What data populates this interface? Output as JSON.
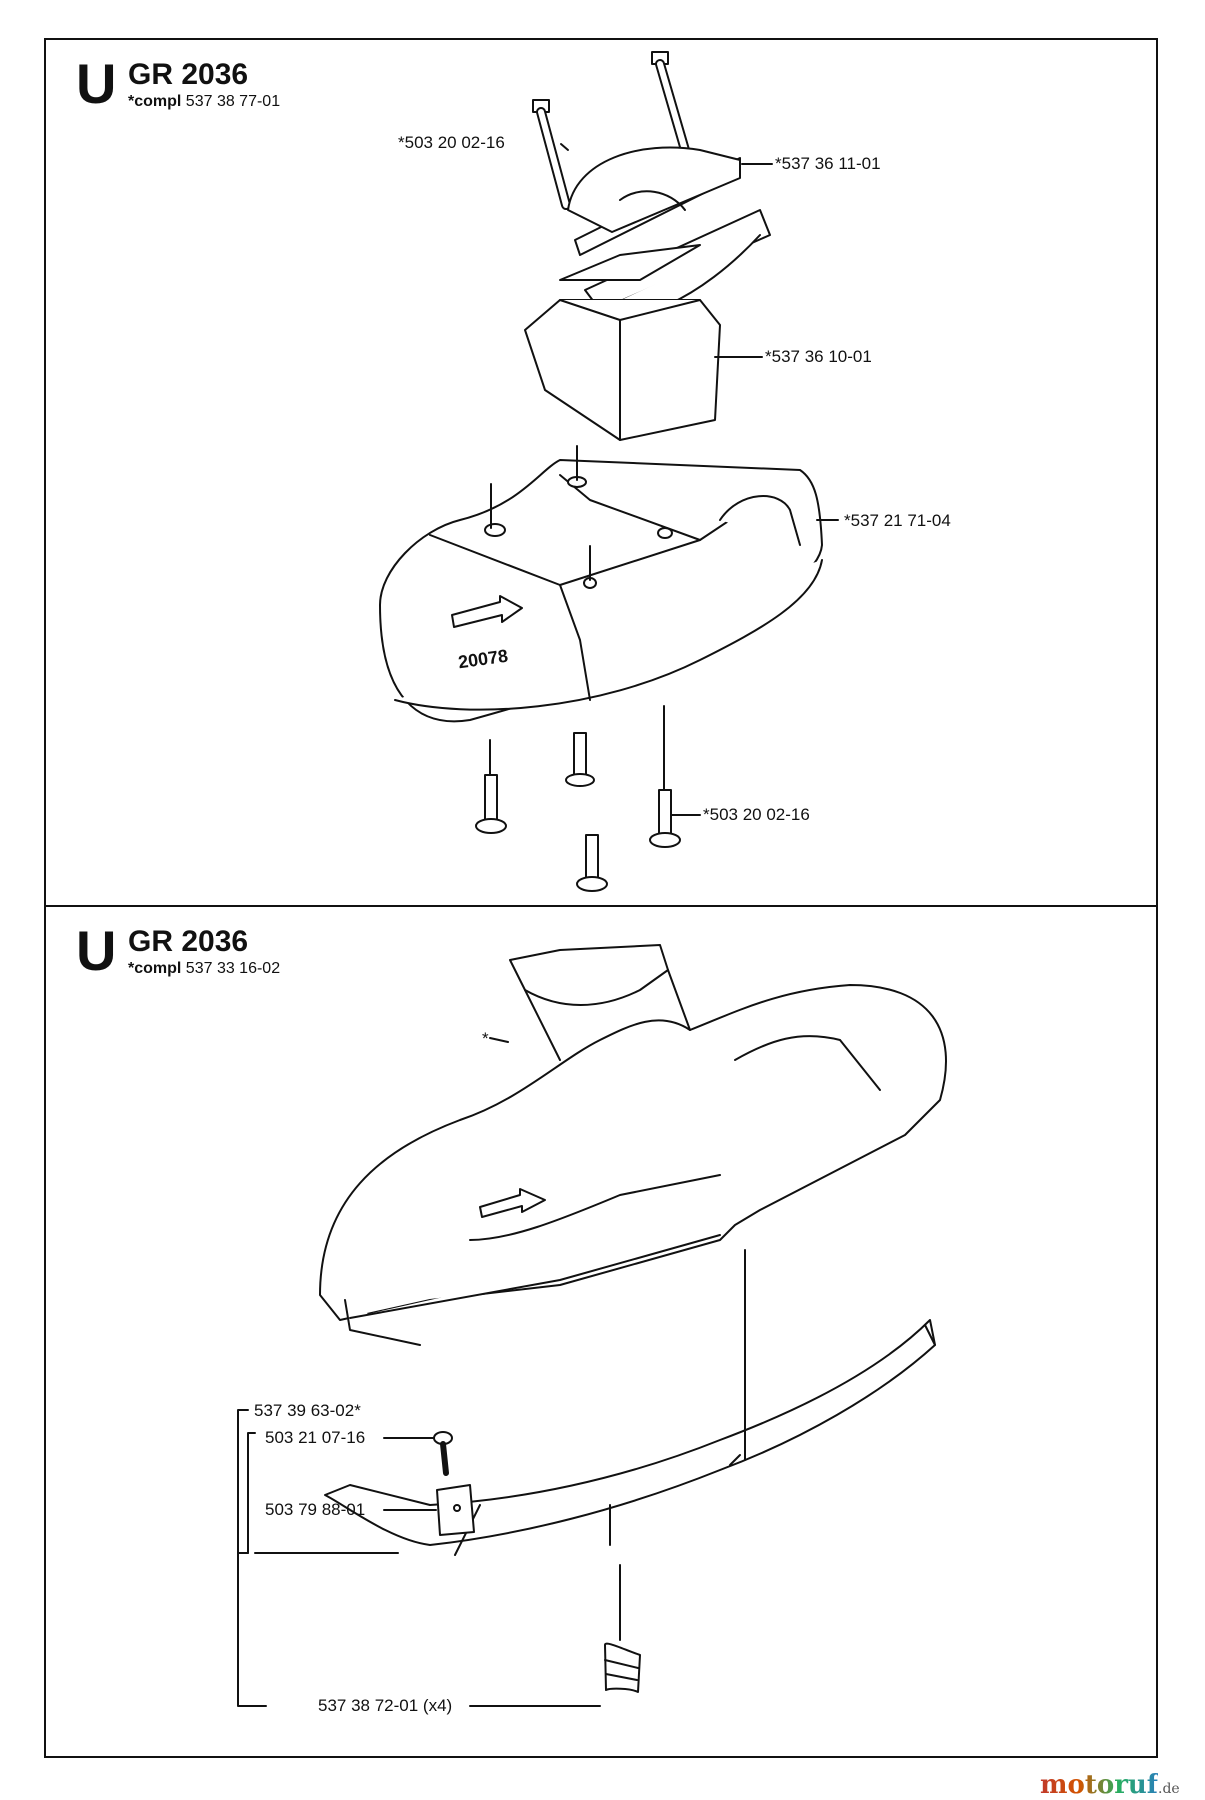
{
  "sections": [
    {
      "letter": "U",
      "model": "GR 2036",
      "compl_prefix": "*compl",
      "compl_number": "537 38 77-01",
      "labels": {
        "screw_top": "*503 20 02-16",
        "clamp_upper": "*537 36 11-01",
        "clamp_lower": "*537 36 10-01",
        "guard": "*537 21 71-04",
        "screw_bottom": "*503 20 02-16"
      },
      "guard_embossed_text": "20078"
    },
    {
      "letter": "U",
      "model": "GR 2036",
      "compl_prefix": "*compl",
      "compl_number": "537 33 16-02",
      "labels": {
        "guard_asterisk": "*",
        "knife_kit": "537 39 63-02*",
        "screw": "503 21 07-16",
        "knife": "503 79 88-01",
        "clip": "537 38 72-01 (x4)"
      }
    }
  ],
  "watermark": {
    "name": "motoruf",
    "tld": ".de"
  }
}
